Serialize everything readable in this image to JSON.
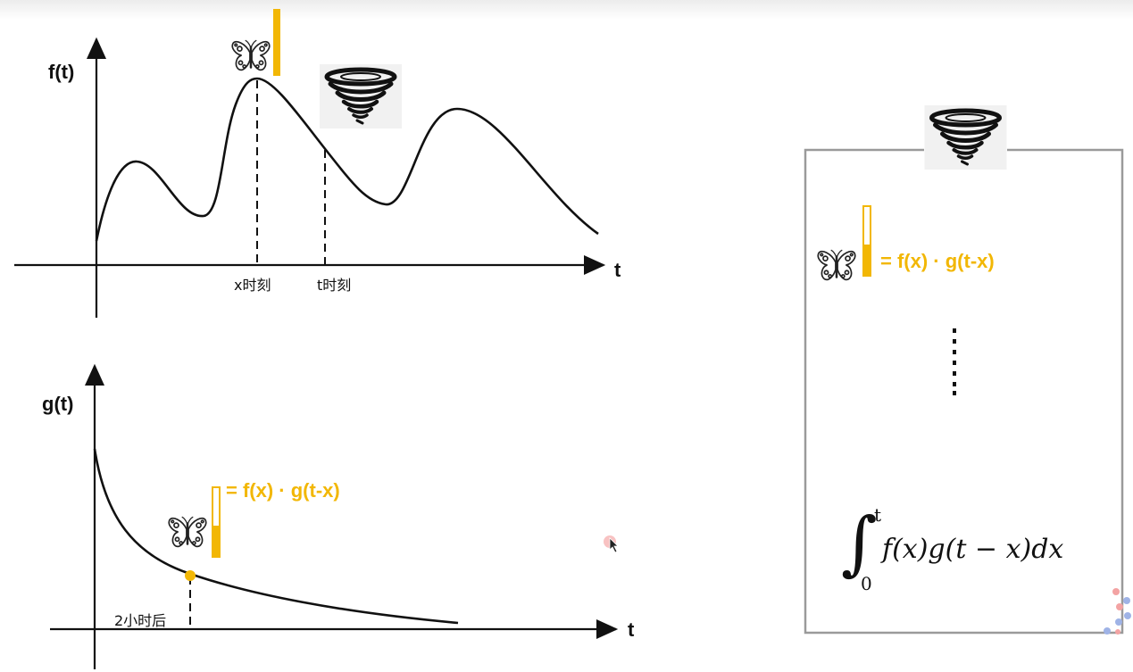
{
  "top_chart": {
    "y_label": "f(t)",
    "x_label": "t",
    "marker_x_label": "x时刻",
    "marker_t_label": "t时刻"
  },
  "bottom_chart": {
    "y_label": "g(t)",
    "x_label": "t",
    "marker_label": "2小时后",
    "formula": "= f(x) · g(t-x)"
  },
  "right_panel": {
    "formula": "= f(x) · g(t-x)",
    "integral_body": "f(x)g(t − x)dx",
    "integral_upper": "t",
    "integral_lower": "0"
  },
  "colors": {
    "accent": "#f2b705",
    "line": "#111111",
    "panel_border": "#9a9a9a"
  },
  "icons": [
    "butterfly-icon",
    "tornado-icon",
    "cursor-icon",
    "logo-dots-icon"
  ]
}
